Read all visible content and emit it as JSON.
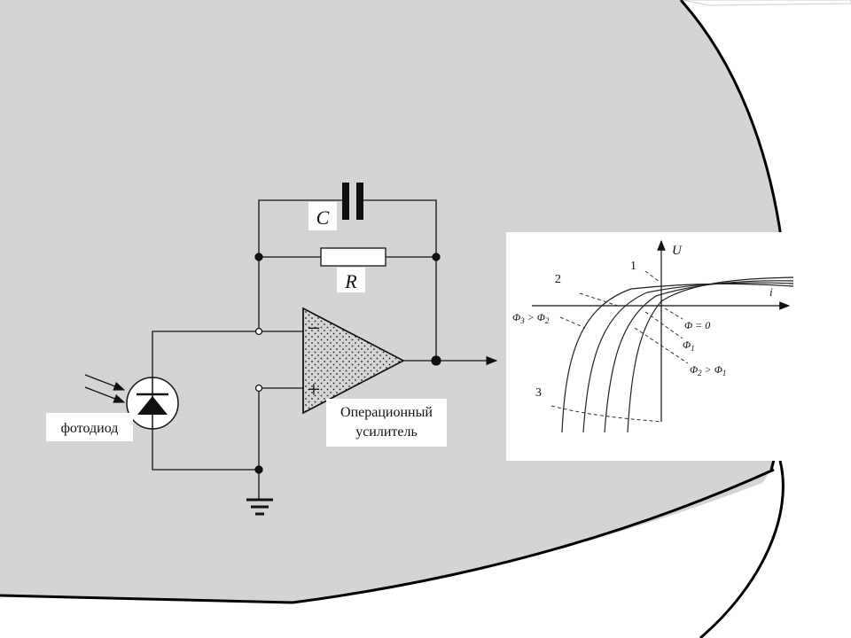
{
  "colors": {
    "slide_background": "#ffffff",
    "blob_fill": "#d4d4d4",
    "blob_outline": "#000000",
    "line": "#111111"
  },
  "circuit": {
    "capacitor_label": "C",
    "resistor_label": "R",
    "opamp_minus": "−",
    "opamp_plus": "+",
    "photodiode_label": "фотодиод",
    "opamp_label_line1": "Операционный",
    "opamp_label_line2": "усилитель"
  },
  "graph": {
    "y_axis_label": "U",
    "x_axis_label": "i",
    "curve_labels": [
      "1",
      "2",
      "3"
    ],
    "flux_labels": {
      "phi_zero": "Φ = 0",
      "phi_1": "Φ",
      "phi_1_sub": "1",
      "phi_2": "Φ",
      "phi_2_sub": "2",
      "phi_2_rel": " > Φ",
      "phi_2_rel_sub": "1",
      "phi_3": "Φ",
      "phi_3_sub": "3",
      "phi_3_rel": " > Φ",
      "phi_3_rel_sub": "2"
    }
  }
}
